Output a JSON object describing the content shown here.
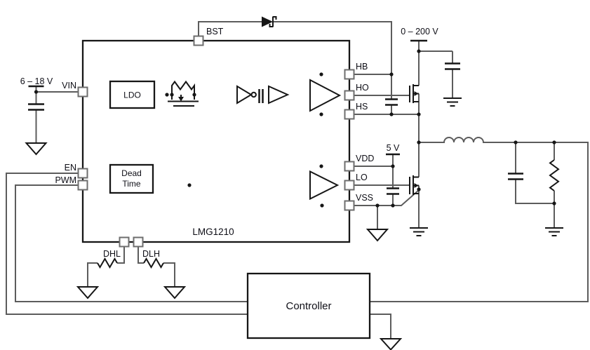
{
  "ic": {
    "part_number": "LMG1210",
    "blocks": {
      "ldo": "LDO",
      "dead_time_line1": "Dead",
      "dead_time_line2": "Time"
    },
    "pins": {
      "bst": "BST",
      "vin": "VIN",
      "en": "EN",
      "pwm": "PWM",
      "dhl": "DHL",
      "dlh": "DLH",
      "hb": "HB",
      "ho": "HO",
      "hs": "HS",
      "vdd": "VDD",
      "lo": "LO",
      "vss": "VSS"
    }
  },
  "supplies": {
    "vin_range": "6 – 18 V",
    "bus_range": "0 – 200 V",
    "vdd": "5 V"
  },
  "controller": {
    "label": "Controller"
  },
  "colors": {
    "wire": "#5c5c5c",
    "component": "#161616",
    "text": "#0e0e16",
    "background": "#ffffff"
  }
}
